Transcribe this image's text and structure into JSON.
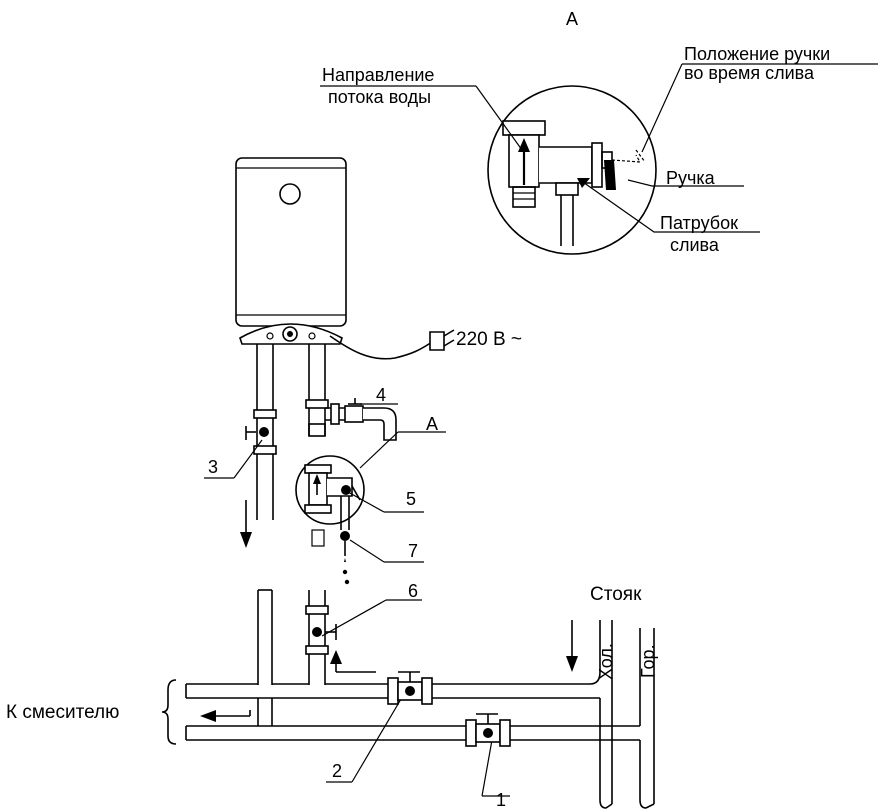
{
  "labels": {
    "view_a_title": "А",
    "water_flow_line1": "Направление",
    "water_flow_line2": "потока воды",
    "handle_position_line1": "Положение ручки",
    "handle_position_line2": "во время слива",
    "handle": "Ручка",
    "drain_line1": "Патрубок",
    "drain_line2": "слива",
    "voltage": "220 В ~",
    "callout_a": "А",
    "riser": "Стояк",
    "cold": "Хол.",
    "hot": "Гор.",
    "to_mixer": "К смесителю"
  },
  "callouts": [
    "1",
    "2",
    "3",
    "4",
    "5",
    "6",
    "7"
  ]
}
